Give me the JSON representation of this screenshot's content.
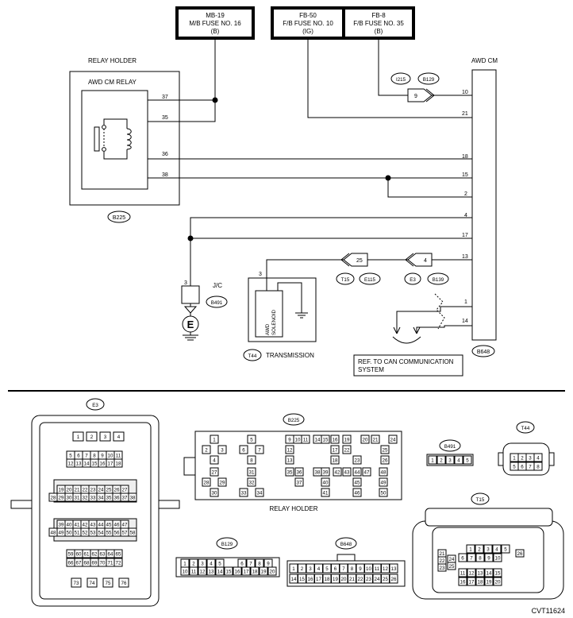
{
  "fuses": [
    {
      "line1": "MB-19",
      "line2": "M/B FUSE NO. 16",
      "line3": "(B)"
    },
    {
      "line1": "FB-50",
      "line2": "F/B FUSE NO. 10",
      "line3": "(IG)"
    },
    {
      "line1": "FB-8",
      "line2": "F/B FUSE NO. 35",
      "line3": "(B)"
    }
  ],
  "relay_holder": {
    "title": "RELAY HOLDER",
    "relay": "AWD CM RELAY",
    "connector": "B225",
    "pins": [
      "37",
      "35",
      "36",
      "38"
    ]
  },
  "awd_cm": {
    "title": "AWD CM",
    "connector": "B648",
    "pins": [
      "10",
      "21",
      "18",
      "15",
      "2",
      "4",
      "17",
      "13",
      "1",
      "14"
    ]
  },
  "inline_connectors": {
    "i215": {
      "label": "I215",
      "pin": "9"
    },
    "b129": {
      "label": "B129"
    },
    "t15": {
      "label": "T15",
      "pin": "25"
    },
    "e115": {
      "label": "E115"
    },
    "e3": {
      "label": "E3",
      "pin": "4"
    },
    "b139": {
      "label": "B139"
    }
  },
  "jc": {
    "title": "J/C",
    "connector": "B491",
    "pin": "3",
    "ground": "E"
  },
  "solenoid": {
    "label1": "AWD",
    "label2": "SOLENOID",
    "pin": "3",
    "connector": "T44",
    "caption": "TRANSMISSION"
  },
  "can_ref": {
    "line1": "REF. TO CAN COMMUNICATION",
    "line2": "SYSTEM"
  },
  "face_views": {
    "e3": {
      "label": "E3",
      "rows": [
        [
          "1",
          "2",
          "3",
          "4"
        ],
        [
          "5",
          "6",
          "7",
          "8",
          "9",
          "10",
          "11"
        ],
        [
          "12",
          "13",
          "14",
          "15",
          "16",
          "17",
          "18"
        ],
        [
          "19",
          "20",
          "21",
          "22",
          "23",
          "24",
          "25",
          "26",
          "27"
        ],
        [
          "28",
          "29",
          "30",
          "31",
          "32",
          "33",
          "34",
          "35",
          "36",
          "37",
          "38"
        ],
        [
          "39",
          "40",
          "41",
          "42",
          "43",
          "44",
          "45",
          "46",
          "47"
        ],
        [
          "48",
          "49",
          "50",
          "51",
          "52",
          "53",
          "54",
          "55",
          "56",
          "57",
          "58"
        ],
        [
          "59",
          "60",
          "61",
          "62",
          "63",
          "64",
          "65"
        ],
        [
          "66",
          "67",
          "68",
          "69",
          "70",
          "71",
          "72"
        ],
        [
          "73",
          "74",
          "75",
          "76"
        ]
      ]
    },
    "b225": {
      "label": "B225",
      "caption": "RELAY HOLDER",
      "pins": [
        "1",
        "2",
        "3",
        "4",
        "5",
        "6",
        "7",
        "8",
        "9",
        "10",
        "11",
        "12",
        "13",
        "14",
        "15",
        "16",
        "17",
        "18",
        "19",
        "20",
        "21",
        "22",
        "23",
        "24",
        "25",
        "26",
        "27",
        "28",
        "29",
        "30",
        "31",
        "32",
        "33",
        "34",
        "35",
        "36",
        "37",
        "38",
        "39",
        "40",
        "41",
        "42",
        "43",
        "44",
        "45",
        "46",
        "47",
        "48",
        "49",
        "50"
      ]
    },
    "b491": {
      "label": "B491",
      "pins": [
        "1",
        "2",
        "3",
        "4",
        "5"
      ]
    },
    "t44": {
      "label": "T44",
      "rows": [
        [
          "1",
          "2",
          "3",
          "4"
        ],
        [
          "5",
          "6",
          "7",
          "8"
        ]
      ]
    },
    "b129": {
      "label": "B129",
      "rows": [
        [
          "1",
          "2",
          "3",
          "4",
          "5",
          "6",
          "7",
          "8",
          "9"
        ],
        [
          "10",
          "11",
          "12",
          "13",
          "14",
          "15",
          "16",
          "17",
          "18",
          "19",
          "20"
        ]
      ]
    },
    "b648": {
      "label": "B648",
      "rows": [
        [
          "1",
          "2",
          "3",
          "4",
          "5",
          "6",
          "7",
          "8",
          "9",
          "10",
          "11",
          "12",
          "13"
        ],
        [
          "14",
          "15",
          "16",
          "17",
          "18",
          "19",
          "20",
          "21",
          "22",
          "23",
          "24",
          "25",
          "26"
        ]
      ]
    },
    "t15": {
      "label": "T15",
      "pins": [
        "1",
        "2",
        "3",
        "4",
        "5",
        "6",
        "7",
        "8",
        "9",
        "10",
        "11",
        "12",
        "13",
        "14",
        "15",
        "16",
        "17",
        "18",
        "19",
        "20",
        "21",
        "22",
        "23",
        "24",
        "25",
        "26"
      ]
    }
  },
  "figure_id": "CVT11624"
}
